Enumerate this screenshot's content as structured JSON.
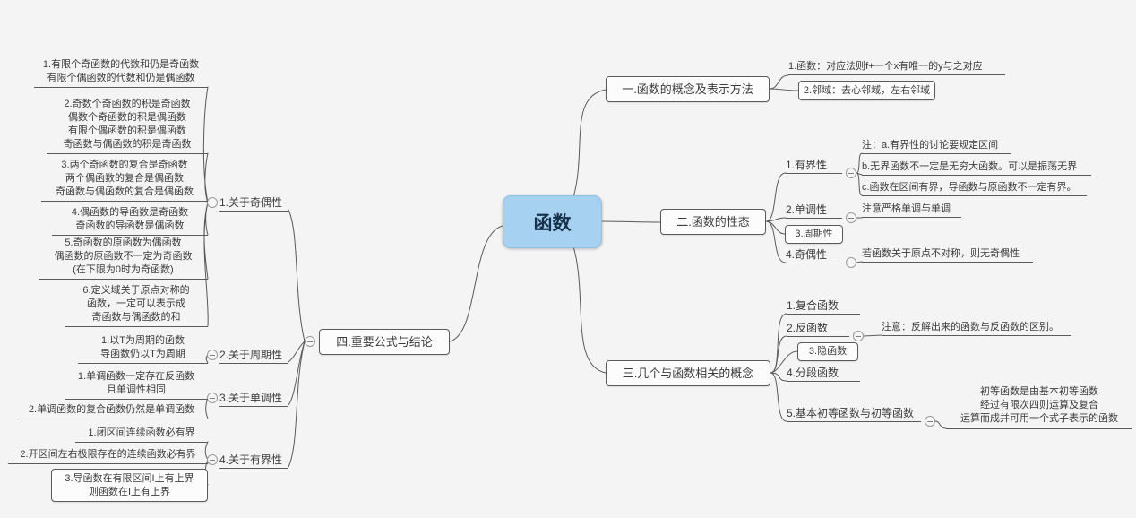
{
  "app": {
    "background": "#f4f4f5",
    "line_color": "#5a5a5a",
    "root_fill": "#a7d1f1"
  },
  "root": {
    "label": "函数"
  },
  "branches": {
    "concept": {
      "label": "一.函数的概念及表示方法",
      "children": [
        {
          "label": "1.函数：对应法则f+一个x有唯一的y与之对应"
        },
        {
          "label": "2.邻域：去心邻域，左右邻域"
        }
      ]
    },
    "behavior": {
      "label": "二.函数的性态",
      "children": [
        {
          "label": "1.有界性",
          "notes": [
            {
              "label": "注：a.有界性的讨论要规定区间"
            },
            {
              "label": "b.无界函数不一定是无穷大函数。可以是振荡无界"
            },
            {
              "label": "c.函数在区间有界，导函数与原函数不一定有界。"
            }
          ]
        },
        {
          "label": "2.单调性",
          "notes": [
            {
              "label": "注意严格单调与单调"
            }
          ]
        },
        {
          "label": "3.周期性"
        },
        {
          "label": "4.奇偶性",
          "notes": [
            {
              "label": "若函数关于原点不对称，则无奇偶性"
            }
          ]
        }
      ]
    },
    "related": {
      "label": "三.几个与函数相关的概念",
      "children": [
        {
          "label": "1.复合函数"
        },
        {
          "label": "2.反函数",
          "notes": [
            {
              "label": "注意：反解出来的函数与反函数的区别。"
            }
          ]
        },
        {
          "label": "3.隐函数"
        },
        {
          "label": "4.分段函数"
        },
        {
          "label": "5.基本初等函数与初等函数",
          "notes": [
            {
              "label": "初等函数是由基本初等函数\n经过有限次四则运算及复合\n运算而成并可用一个式子表示的函数"
            }
          ]
        }
      ]
    },
    "formulas": {
      "label": "四.重要公式与结论",
      "children": [
        {
          "label": "1.关于奇偶性",
          "notes": [
            {
              "label": "1.有限个奇函数的代数和仍是奇函数\n有限个偶函数的代数和仍是偶函数"
            },
            {
              "label": "2.奇数个奇函数的积是奇函数\n偶数个奇函数的积是偶函数\n有限个偶函数的积是偶函数\n奇函数与偶函数的积是奇函数"
            },
            {
              "label": "3.两个奇函数的复合是奇函数\n两个偶函数的复合是偶函数\n奇函数与偶函数的复合是偶函数"
            },
            {
              "label": "4.偶函数的导函数是奇函数\n奇函数的导函数是偶函数"
            },
            {
              "label": "5.奇函数的原函数为偶函数\n偶函数的原函数不一定为奇函数\n(在下限为0时为奇函数)"
            },
            {
              "label": "6.定义域关于原点对称的\n函数，一定可以表示成\n奇函数与偶函数的和"
            }
          ]
        },
        {
          "label": "2.关于周期性",
          "notes": [
            {
              "label": "1.以T为周期的函数\n导函数仍以T为周期"
            }
          ]
        },
        {
          "label": "3.关于单调性",
          "notes": [
            {
              "label": "1.单调函数一定存在反函数\n且单调性相同"
            },
            {
              "label": "2.单调函数的复合函数仍然是单调函数"
            }
          ]
        },
        {
          "label": "4.关于有界性",
          "notes": [
            {
              "label": "1.闭区间连续函数必有界"
            },
            {
              "label": "2.开区间左右极限存在的连续函数必有界"
            },
            {
              "label": "3.导函数在有限区间I上有上界\n则函数在I上有上界"
            }
          ]
        }
      ]
    }
  }
}
